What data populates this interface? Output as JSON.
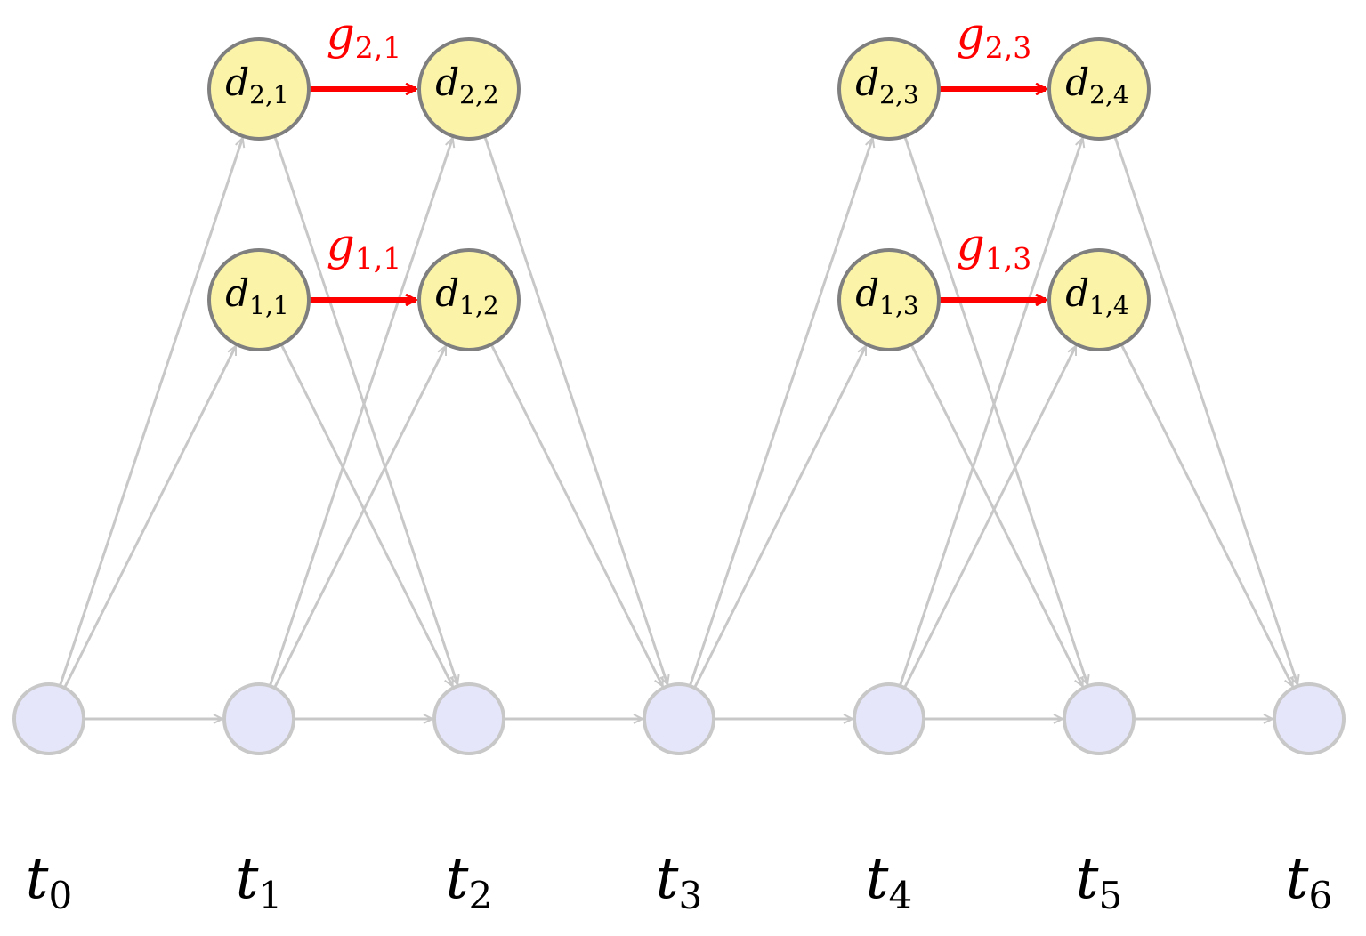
{
  "colors": {
    "background": "#ffffff",
    "time_node_fill": "#e6e6fa",
    "time_node_stroke": "#c8c8c8",
    "decision_node_fill": "#faf3a8",
    "decision_node_stroke": "#7f7f7f",
    "edge_gray": "#c8c8c8",
    "edge_red": "#ff0000"
  },
  "time_nodes": [
    {
      "id": "t0",
      "label": "t",
      "sub": "0"
    },
    {
      "id": "t1",
      "label": "t",
      "sub": "1"
    },
    {
      "id": "t2",
      "label": "t",
      "sub": "2"
    },
    {
      "id": "t3",
      "label": "t",
      "sub": "3"
    },
    {
      "id": "t4",
      "label": "t",
      "sub": "4"
    },
    {
      "id": "t5",
      "label": "t",
      "sub": "5"
    },
    {
      "id": "t6",
      "label": "t",
      "sub": "6"
    }
  ],
  "decision_nodes": [
    {
      "id": "d21",
      "label": "d",
      "sub": "2,1"
    },
    {
      "id": "d22",
      "label": "d",
      "sub": "2,2"
    },
    {
      "id": "d11",
      "label": "d",
      "sub": "1,1"
    },
    {
      "id": "d12",
      "label": "d",
      "sub": "1,2"
    },
    {
      "id": "d23",
      "label": "d",
      "sub": "2,3"
    },
    {
      "id": "d24",
      "label": "d",
      "sub": "2,4"
    },
    {
      "id": "d13",
      "label": "d",
      "sub": "1,3"
    },
    {
      "id": "d14",
      "label": "d",
      "sub": "1,4"
    }
  ],
  "gray_edges": [
    [
      "t0",
      "t1"
    ],
    [
      "t1",
      "t2"
    ],
    [
      "t2",
      "t3"
    ],
    [
      "t3",
      "t4"
    ],
    [
      "t4",
      "t5"
    ],
    [
      "t5",
      "t6"
    ],
    [
      "t0",
      "d21"
    ],
    [
      "t0",
      "d11"
    ],
    [
      "t1",
      "d22"
    ],
    [
      "t1",
      "d12"
    ],
    [
      "d21",
      "t2"
    ],
    [
      "d11",
      "t2"
    ],
    [
      "d22",
      "t3"
    ],
    [
      "d12",
      "t3"
    ],
    [
      "t3",
      "d23"
    ],
    [
      "t3",
      "d13"
    ],
    [
      "t4",
      "d24"
    ],
    [
      "t4",
      "d14"
    ],
    [
      "d23",
      "t5"
    ],
    [
      "d13",
      "t5"
    ],
    [
      "d24",
      "t6"
    ],
    [
      "d14",
      "t6"
    ]
  ],
  "red_edges": [
    {
      "from": "d21",
      "to": "d22",
      "label": "g",
      "sub": "2,1"
    },
    {
      "from": "d11",
      "to": "d12",
      "label": "g",
      "sub": "1,1"
    },
    {
      "from": "d23",
      "to": "d24",
      "label": "g",
      "sub": "2,3"
    },
    {
      "from": "d13",
      "to": "d14",
      "label": "g",
      "sub": "1,3"
    }
  ]
}
